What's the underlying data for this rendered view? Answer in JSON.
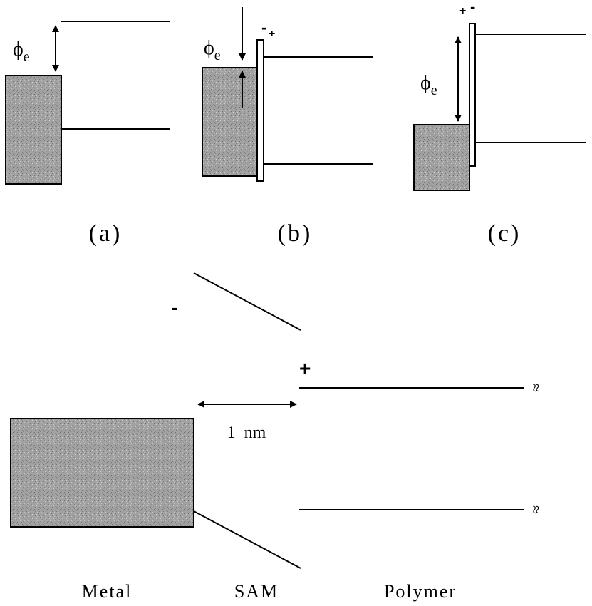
{
  "panels": {
    "a": {
      "label": "(a)",
      "phi_symbol": "ϕ",
      "phi_subscript": "e"
    },
    "b": {
      "label": "(b)",
      "phi_symbol": "ϕ",
      "phi_subscript": "e",
      "sign_left": "-",
      "sign_right": "+"
    },
    "c": {
      "label": "(c)",
      "phi_symbol": "ϕ",
      "phi_subscript": "e",
      "sign_left": "+",
      "sign_right": "-"
    }
  },
  "bottom": {
    "minus_sign": "-",
    "plus_sign": "+",
    "distance_label": "1  nm",
    "break_mark": "≈",
    "metal_label": "Metal",
    "sam_label": "SAM",
    "polymer_label": "Polymer"
  },
  "colors": {
    "ink": "#000000",
    "metal_fill": "#9c9c9c",
    "background": "#ffffff"
  }
}
